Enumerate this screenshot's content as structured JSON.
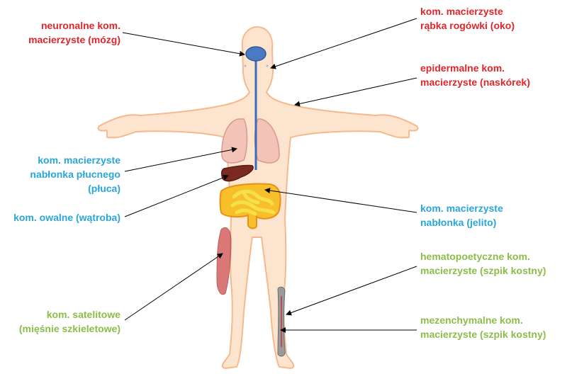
{
  "colors": {
    "red": "#e0262b",
    "blue": "#2aa6d8",
    "green": "#8bbd4a",
    "skin": "#fde4cf",
    "skin_outline": "#f5b98d",
    "brain": "#4a7bc2",
    "liver": "#7b2a22",
    "intestine": "#f6d028",
    "intestine_outline": "#f29a1c",
    "lungs": "#f3c3b8",
    "muscle": "#d46060",
    "bone": "#9a9a9a"
  },
  "labels": {
    "brain": {
      "lines": [
        "neuronalne kom.",
        "macierzyste (mózg)"
      ],
      "color": "red"
    },
    "eye": {
      "lines": [
        "kom. macierzyste",
        "rąbka rogówki (oko)"
      ],
      "color": "red"
    },
    "skin": {
      "lines": [
        "epidermalne kom.",
        "macierzyste (naskórek)"
      ],
      "color": "red"
    },
    "lung": {
      "lines": [
        "kom. macierzyste",
        "nabłonka płucnego",
        "(płuca)"
      ],
      "color": "blue"
    },
    "liver": {
      "lines": [
        "kom. owalne (wątroba)"
      ],
      "color": "blue"
    },
    "intestine": {
      "lines": [
        "kom. macierzyste",
        "nabłonka (jelito)"
      ],
      "color": "blue"
    },
    "hemato": {
      "lines": [
        "hematopoetyczne kom.",
        "macierzyste (szpik kostny)"
      ],
      "color": "green"
    },
    "mesench": {
      "lines": [
        "mezenchymalne kom.",
        "macierzyste (szpik kostny)"
      ],
      "color": "green"
    },
    "satellite": {
      "lines": [
        "kom. satelitowe",
        "(mięśnie szkieletowe)"
      ],
      "color": "green"
    }
  }
}
